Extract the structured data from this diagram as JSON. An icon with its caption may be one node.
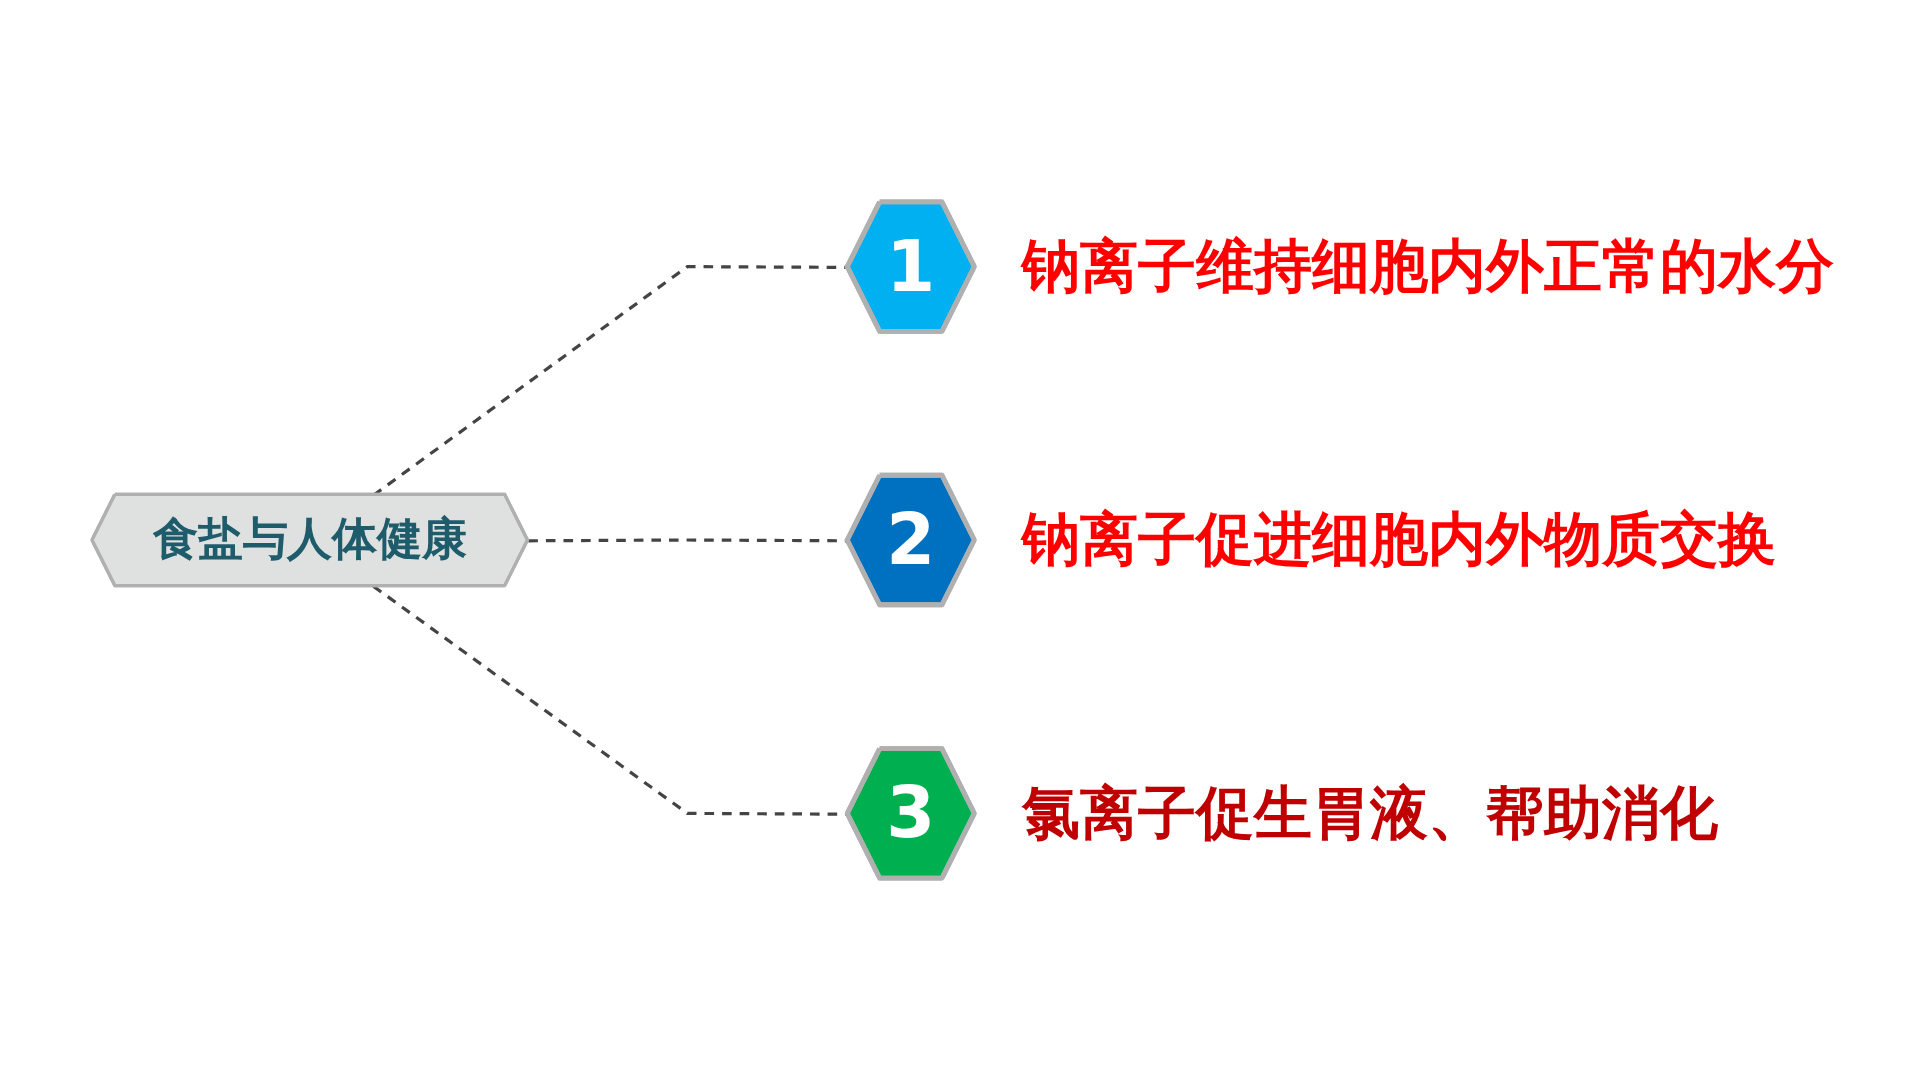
{
  "diagram": {
    "nodes": [
      {
        "text": [
          "食盐与人体健康"
        ]
      },
      {
        "text": [
          "1"
        ],
        "beside": [
          "钠离子维持细胞内外正常的水分"
        ]
      },
      {
        "text": [
          "2"
        ],
        "beside": [
          "钠离子促进细胞内外物质交换"
        ]
      },
      {
        "text": [
          "3"
        ],
        "beside": [
          "氯离子促生胃液、帮助消化"
        ]
      }
    ],
    "edges": [
      {
        "from": 0,
        "to": 1,
        "arrow": "none",
        "style": "dashed"
      },
      {
        "from": 0,
        "to": 2,
        "arrow": "none",
        "style": "dashed"
      },
      {
        "from": 0,
        "to": 3,
        "arrow": "none",
        "style": "dashed"
      }
    ]
  }
}
